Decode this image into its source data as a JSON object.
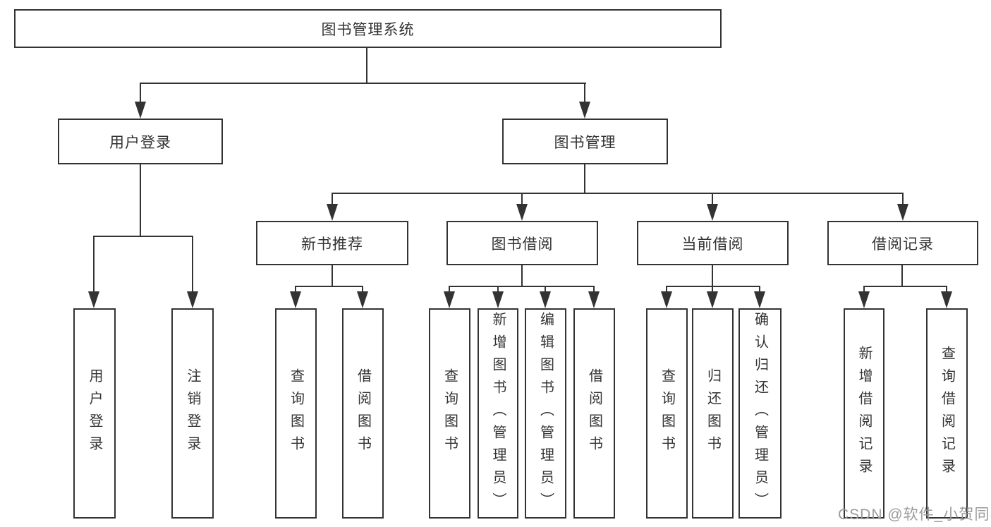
{
  "title": "图书管理系统",
  "tree": {
    "root": {
      "label": "图书管理系统"
    },
    "branches": [
      {
        "label": "用户登录",
        "children": [
          "用户登录",
          "注销登录"
        ]
      },
      {
        "label": "图书管理",
        "sections": [
          {
            "label": "新书推荐",
            "children": [
              "查询图书",
              "借阅图书"
            ]
          },
          {
            "label": "图书借阅",
            "children": [
              "查询图书",
              "新增图书（管理员）",
              "编辑图书（管理员）",
              "借阅图书"
            ]
          },
          {
            "label": "当前借阅",
            "children": [
              "查询图书",
              "归还图书",
              "确认归还（管理员）"
            ]
          },
          {
            "label": "借阅记录",
            "children": [
              "新增借阅记录",
              "查询借阅记录"
            ]
          }
        ]
      }
    ]
  },
  "watermark": {
    "text": "CSDN @软件_小贺同学",
    "color": "#9b9b9b"
  },
  "colors": {
    "line": "#333333",
    "border": "#333333",
    "text": "#333333",
    "background": "#ffffff"
  }
}
